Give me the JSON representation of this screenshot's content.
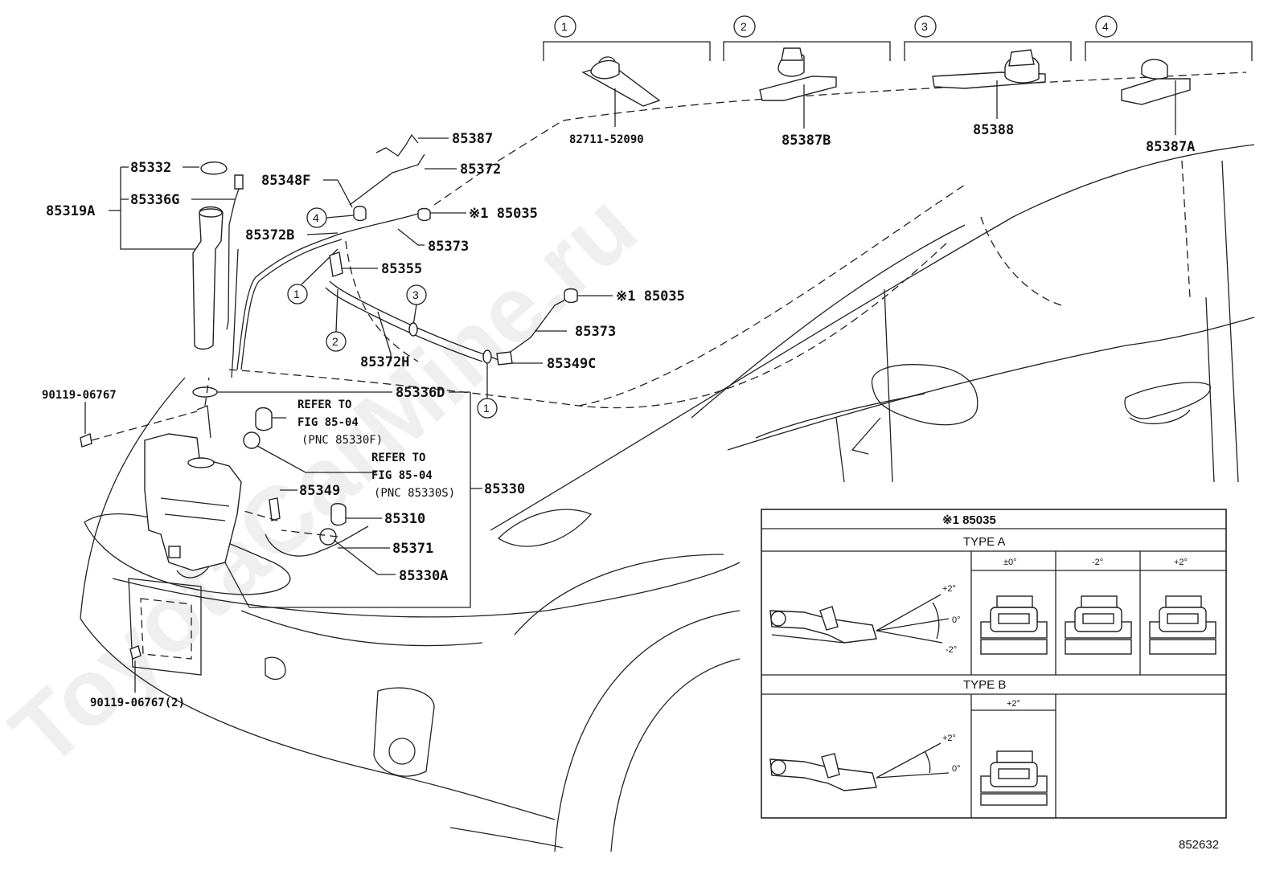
{
  "watermark": "ToyotaCarMine.ru",
  "figure_code": "852632",
  "detail_views": [
    {
      "circle": "1",
      "part_no": "82711-52090"
    },
    {
      "circle": "2",
      "part_no": "85387B"
    },
    {
      "circle": "3",
      "part_no": "85388"
    },
    {
      "circle": "4",
      "part_no": "85387A"
    }
  ],
  "labels": {
    "p85387": "85387",
    "p85372": "85372",
    "p85332": "85332",
    "p85336G": "85336G",
    "p85319A": "85319A",
    "p85348F": "85348F",
    "p85035_top": "※1 85035",
    "p85372B": "85372B",
    "p85373_top": "85373",
    "p85355": "85355",
    "p85035_mid": "※1 85035",
    "p85373_mid": "85373",
    "p85372H": "85372H",
    "p85349C": "85349C",
    "p85336D": "85336D",
    "p90119_top": "90119-06767",
    "refer1_a": "REFER TO",
    "refer1_b": "FIG 85-04",
    "refer1_c": "(PNC 85330F)",
    "refer2_a": "REFER TO",
    "refer2_b": "FIG 85-04",
    "refer2_c": "(PNC 85330S)",
    "p85330": "85330",
    "p85349": "85349",
    "p85310": "85310",
    "p85371": "85371",
    "p85330A": "85330A",
    "p90119_bot": "90119-06767(2)"
  },
  "callouts": {
    "c4": "4",
    "c1a": "1",
    "c3": "3",
    "c2": "2",
    "c1b": "1"
  },
  "inset": {
    "title": "※1 85035",
    "type_a": "TYPE A",
    "type_b": "TYPE B",
    "cols_a": [
      "±0°",
      "-2°",
      "+2°"
    ],
    "cols_b": [
      "+2°"
    ],
    "angle_a": [
      "+2°",
      "0°",
      "-2°"
    ],
    "angle_b": [
      "+2°",
      "0°"
    ]
  }
}
